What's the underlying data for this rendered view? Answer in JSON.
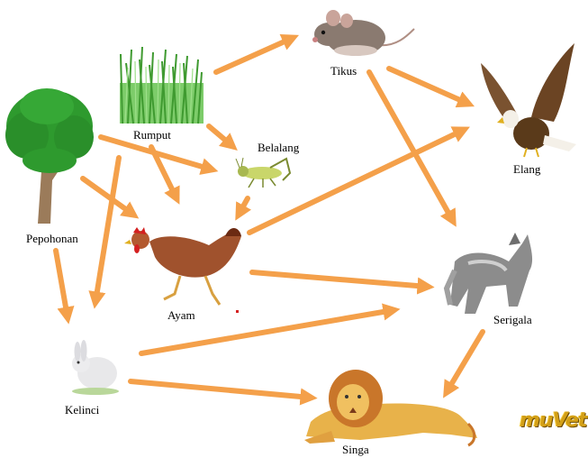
{
  "organisms": {
    "pepohonan": "Pepohonan",
    "rumput": "Rumput",
    "tikus": "Tikus",
    "belalang": "Belalang",
    "elang": "Elang",
    "ayam": "Ayam",
    "serigala": "Serigala",
    "kelinci": "Kelinci",
    "singa": "Singa"
  },
  "watermark": "muVet",
  "colors": {
    "arrow": "#f4a04a",
    "leaf": "#2e9a2e",
    "grass": "#5cbf4a",
    "trunk": "#8a6a4a",
    "chicken": "#a0522d",
    "lion": "#e0a030",
    "wolf": "#8c8c8c",
    "eagle": "#5a3a1a"
  },
  "food_web": [
    {
      "from": "Rumput",
      "to": "Tikus"
    },
    {
      "from": "Rumput",
      "to": "Belalang"
    },
    {
      "from": "Rumput",
      "to": "Ayam"
    },
    {
      "from": "Rumput",
      "to": "Kelinci"
    },
    {
      "from": "Pepohonan",
      "to": "Belalang"
    },
    {
      "from": "Pepohonan",
      "to": "Ayam"
    },
    {
      "from": "Pepohonan",
      "to": "Kelinci"
    },
    {
      "from": "Belalang",
      "to": "Ayam"
    },
    {
      "from": "Tikus",
      "to": "Elang"
    },
    {
      "from": "Tikus",
      "to": "Serigala"
    },
    {
      "from": "Ayam",
      "to": "Elang"
    },
    {
      "from": "Ayam",
      "to": "Serigala"
    },
    {
      "from": "Kelinci",
      "to": "Serigala"
    },
    {
      "from": "Kelinci",
      "to": "Singa"
    },
    {
      "from": "Serigala",
      "to": "Singa"
    }
  ]
}
